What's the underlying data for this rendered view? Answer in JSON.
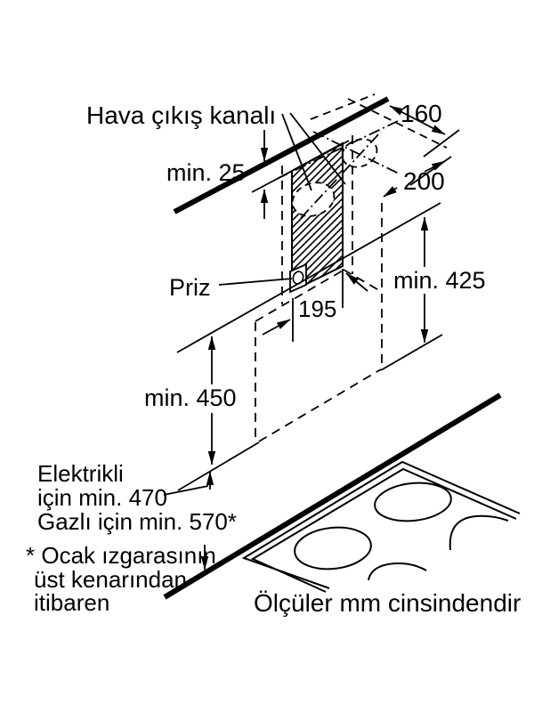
{
  "page": {
    "background": "#ffffff",
    "line_color": "#000000"
  },
  "labels": {
    "duct": "Hava çıkış kanalı",
    "socket": "Priz",
    "units_note": "Ölçüler mm cinsindendir"
  },
  "dimensions": {
    "ceiling_gap": "min. 25",
    "duct_depth": "160",
    "duct_width": "200",
    "chimney_width": "195",
    "hood_height_right": "min. 425",
    "hood_height_left": "min. 450"
  },
  "clearances": {
    "electric_line1": "Elektrikli",
    "electric_line2": "için min. 470",
    "gas": "Gazlı için min. 570*"
  },
  "footnote": {
    "line1": "* Ocak ızgarasının",
    "line2": "üst kenarından",
    "line3": "itibaren"
  }
}
